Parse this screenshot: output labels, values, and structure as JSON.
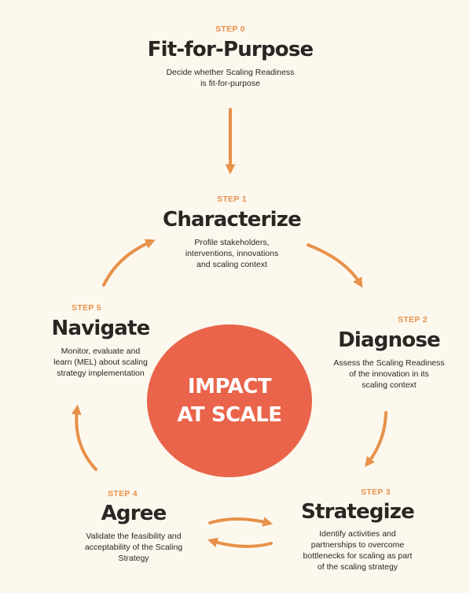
{
  "colors": {
    "background": "#fdf8ee",
    "accent_orange": "#e7914a",
    "center_circle": "#e9644a",
    "text_dark": "#2b2523"
  },
  "steps": [
    {
      "label": "STEP 0",
      "title": "Fit-for-Purpose",
      "description": "Decide whether Scaling Readiness\nis fit-for-purpose"
    },
    {
      "label": "STEP 1",
      "title": "Characterize",
      "description": "Profile stakeholders,\ninterventions, innovations\nand scaling context"
    },
    {
      "label": "STEP 2",
      "title": "Diagnose",
      "description": "Assess the Scaling Readiness\nof the innovation in its\nscaling context"
    },
    {
      "label": "STEP 3",
      "title": "Strategize",
      "description": "Identify activities and\npartnerships to overcome\nbottlenecks for scaling as part\nof the scaling strategy"
    },
    {
      "label": "STEP 4",
      "title": "Agree",
      "description": "Validate the feasibility and\nacceptability of the Scaling\nStrategy"
    },
    {
      "label": "STEP 5",
      "title": "Navigate",
      "description": "Monitor, evaluate and\nlearn (MEL) about scaling\nstrategy implementation"
    }
  ],
  "center": {
    "text": "IMPACT\nAT SCALE"
  }
}
